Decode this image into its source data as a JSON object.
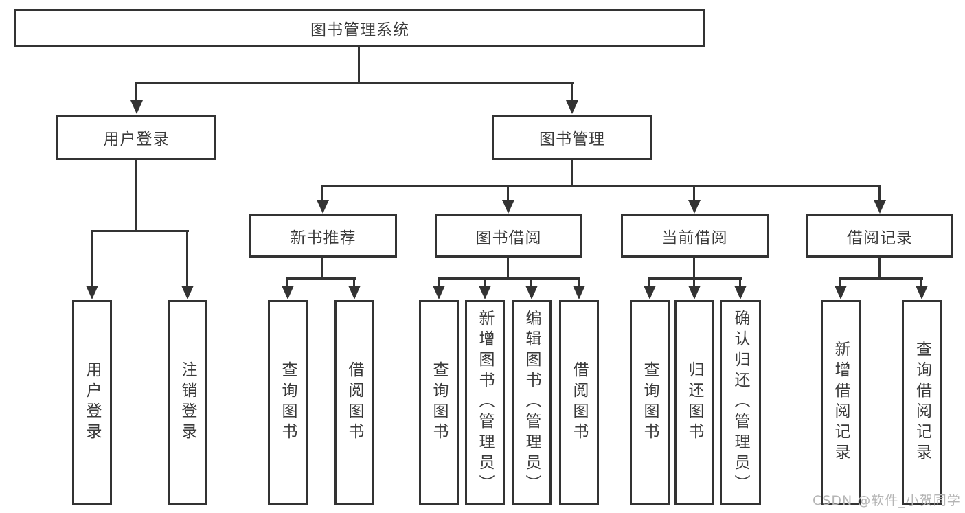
{
  "diagram": {
    "root": {
      "label": "图书管理系统"
    },
    "level2": [
      {
        "label": "用户登录"
      },
      {
        "label": "图书管理"
      }
    ],
    "level3": [
      {
        "label": "新书推荐",
        "parent": "图书管理"
      },
      {
        "label": "图书借阅",
        "parent": "图书管理"
      },
      {
        "label": "当前借阅",
        "parent": "图书管理"
      },
      {
        "label": "借阅记录",
        "parent": "图书管理"
      }
    ],
    "leaves": [
      {
        "label": "用户登录",
        "parent": "用户登录"
      },
      {
        "label": "注销登录",
        "parent": "用户登录"
      },
      {
        "label": "查询图书",
        "parent": "新书推荐"
      },
      {
        "label": "借阅图书",
        "parent": "新书推荐"
      },
      {
        "label": "查询图书",
        "parent": "图书借阅"
      },
      {
        "label": "新增图书（管理员）",
        "parent": "图书借阅"
      },
      {
        "label": "编辑图书（管理员）",
        "parent": "图书借阅"
      },
      {
        "label": "借阅图书",
        "parent": "图书借阅"
      },
      {
        "label": "查询图书",
        "parent": "当前借阅"
      },
      {
        "label": "归还图书",
        "parent": "当前借阅"
      },
      {
        "label": "确认归还（管理员）",
        "parent": "当前借阅"
      },
      {
        "label": "新增借阅记录",
        "parent": "借阅记录"
      },
      {
        "label": "查询借阅记录",
        "parent": "借阅记录"
      }
    ]
  },
  "watermark": {
    "text": "CSDN @软件_小贺同学"
  },
  "colors": {
    "line": "#333333",
    "text": "#3a3a3a",
    "watermark": "#b5b5b5",
    "background": "#ffffff"
  }
}
